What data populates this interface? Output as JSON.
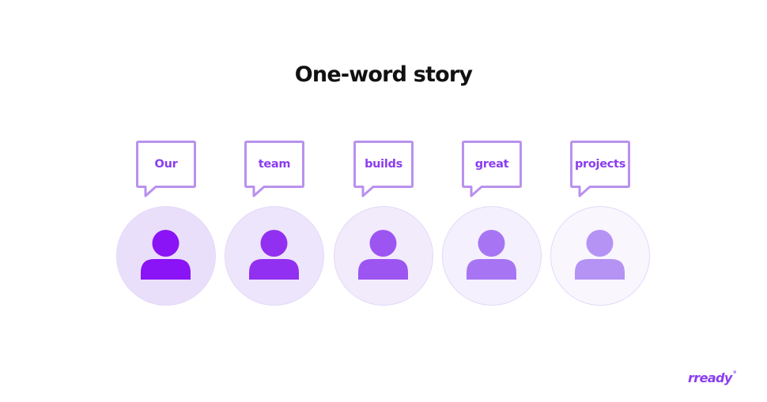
{
  "title": "One-word story",
  "accent_color": "#8a3df0",
  "participants": [
    {
      "word": "Our",
      "icon": "person-icon",
      "icon_color": "#8a14f5",
      "circle_color": "#eadffb"
    },
    {
      "word": "team",
      "icon": "person-icon",
      "icon_color": "#9130f0",
      "circle_color": "#ede5fb"
    },
    {
      "word": "builds",
      "icon": "person-icon",
      "icon_color": "#9d55f2",
      "circle_color": "#f1ebfc"
    },
    {
      "word": "great",
      "icon": "person-icon",
      "icon_color": "#a775f3",
      "circle_color": "#f5f0fd"
    },
    {
      "word": "projects",
      "icon": "person-icon",
      "icon_color": "#b593f5",
      "circle_color": "#f9f6fe"
    }
  ],
  "logo": {
    "text": "rready",
    "mark": "®"
  }
}
